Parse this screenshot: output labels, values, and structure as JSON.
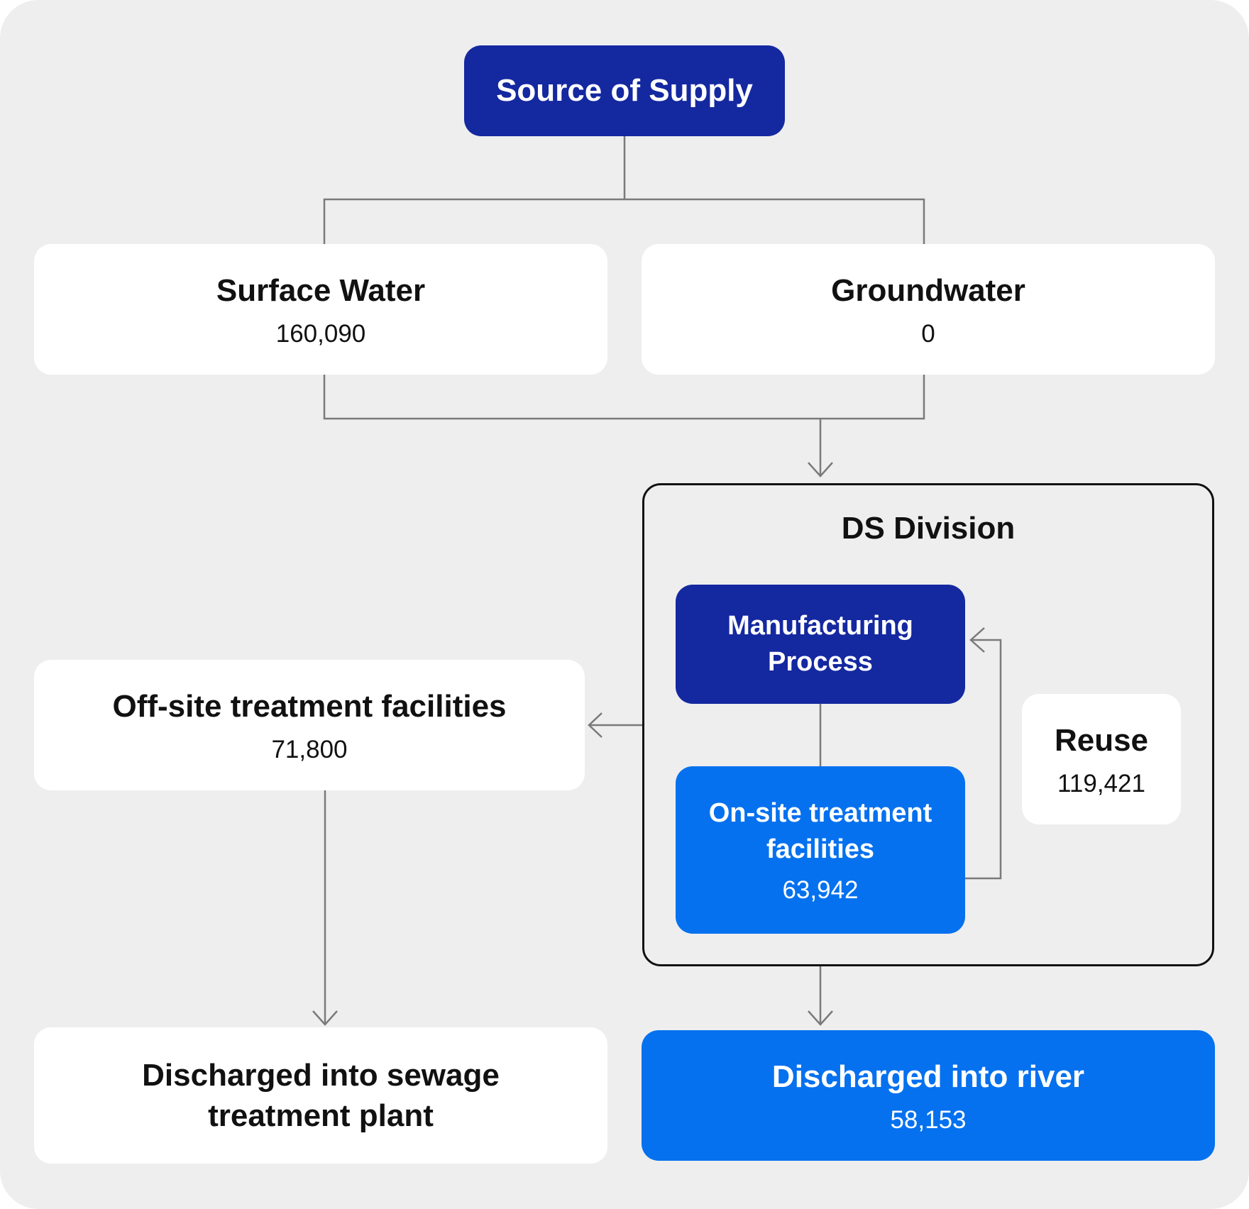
{
  "source": {
    "label": "Source of Supply"
  },
  "surface_water": {
    "label": "Surface Water",
    "value": "160,090"
  },
  "groundwater": {
    "label": "Groundwater",
    "value": "0"
  },
  "ds_division": {
    "label": "DS Division"
  },
  "manufacturing": {
    "label": "Manufacturing Process"
  },
  "onsite": {
    "label": "On-site treatment facilities",
    "value": "63,942"
  },
  "reuse": {
    "label": "Reuse",
    "value": "119,421"
  },
  "offsite": {
    "label": "Off-site treatment facilities",
    "value": "71,800"
  },
  "sewage": {
    "label": "Discharged into sewage treatment plant"
  },
  "river": {
    "label": "Discharged into river",
    "value": "58,153"
  },
  "colors": {
    "navy": "#1428a0",
    "blue": "#0571ef",
    "panel": "#eeeeee",
    "connector": "#7a7a7a"
  }
}
